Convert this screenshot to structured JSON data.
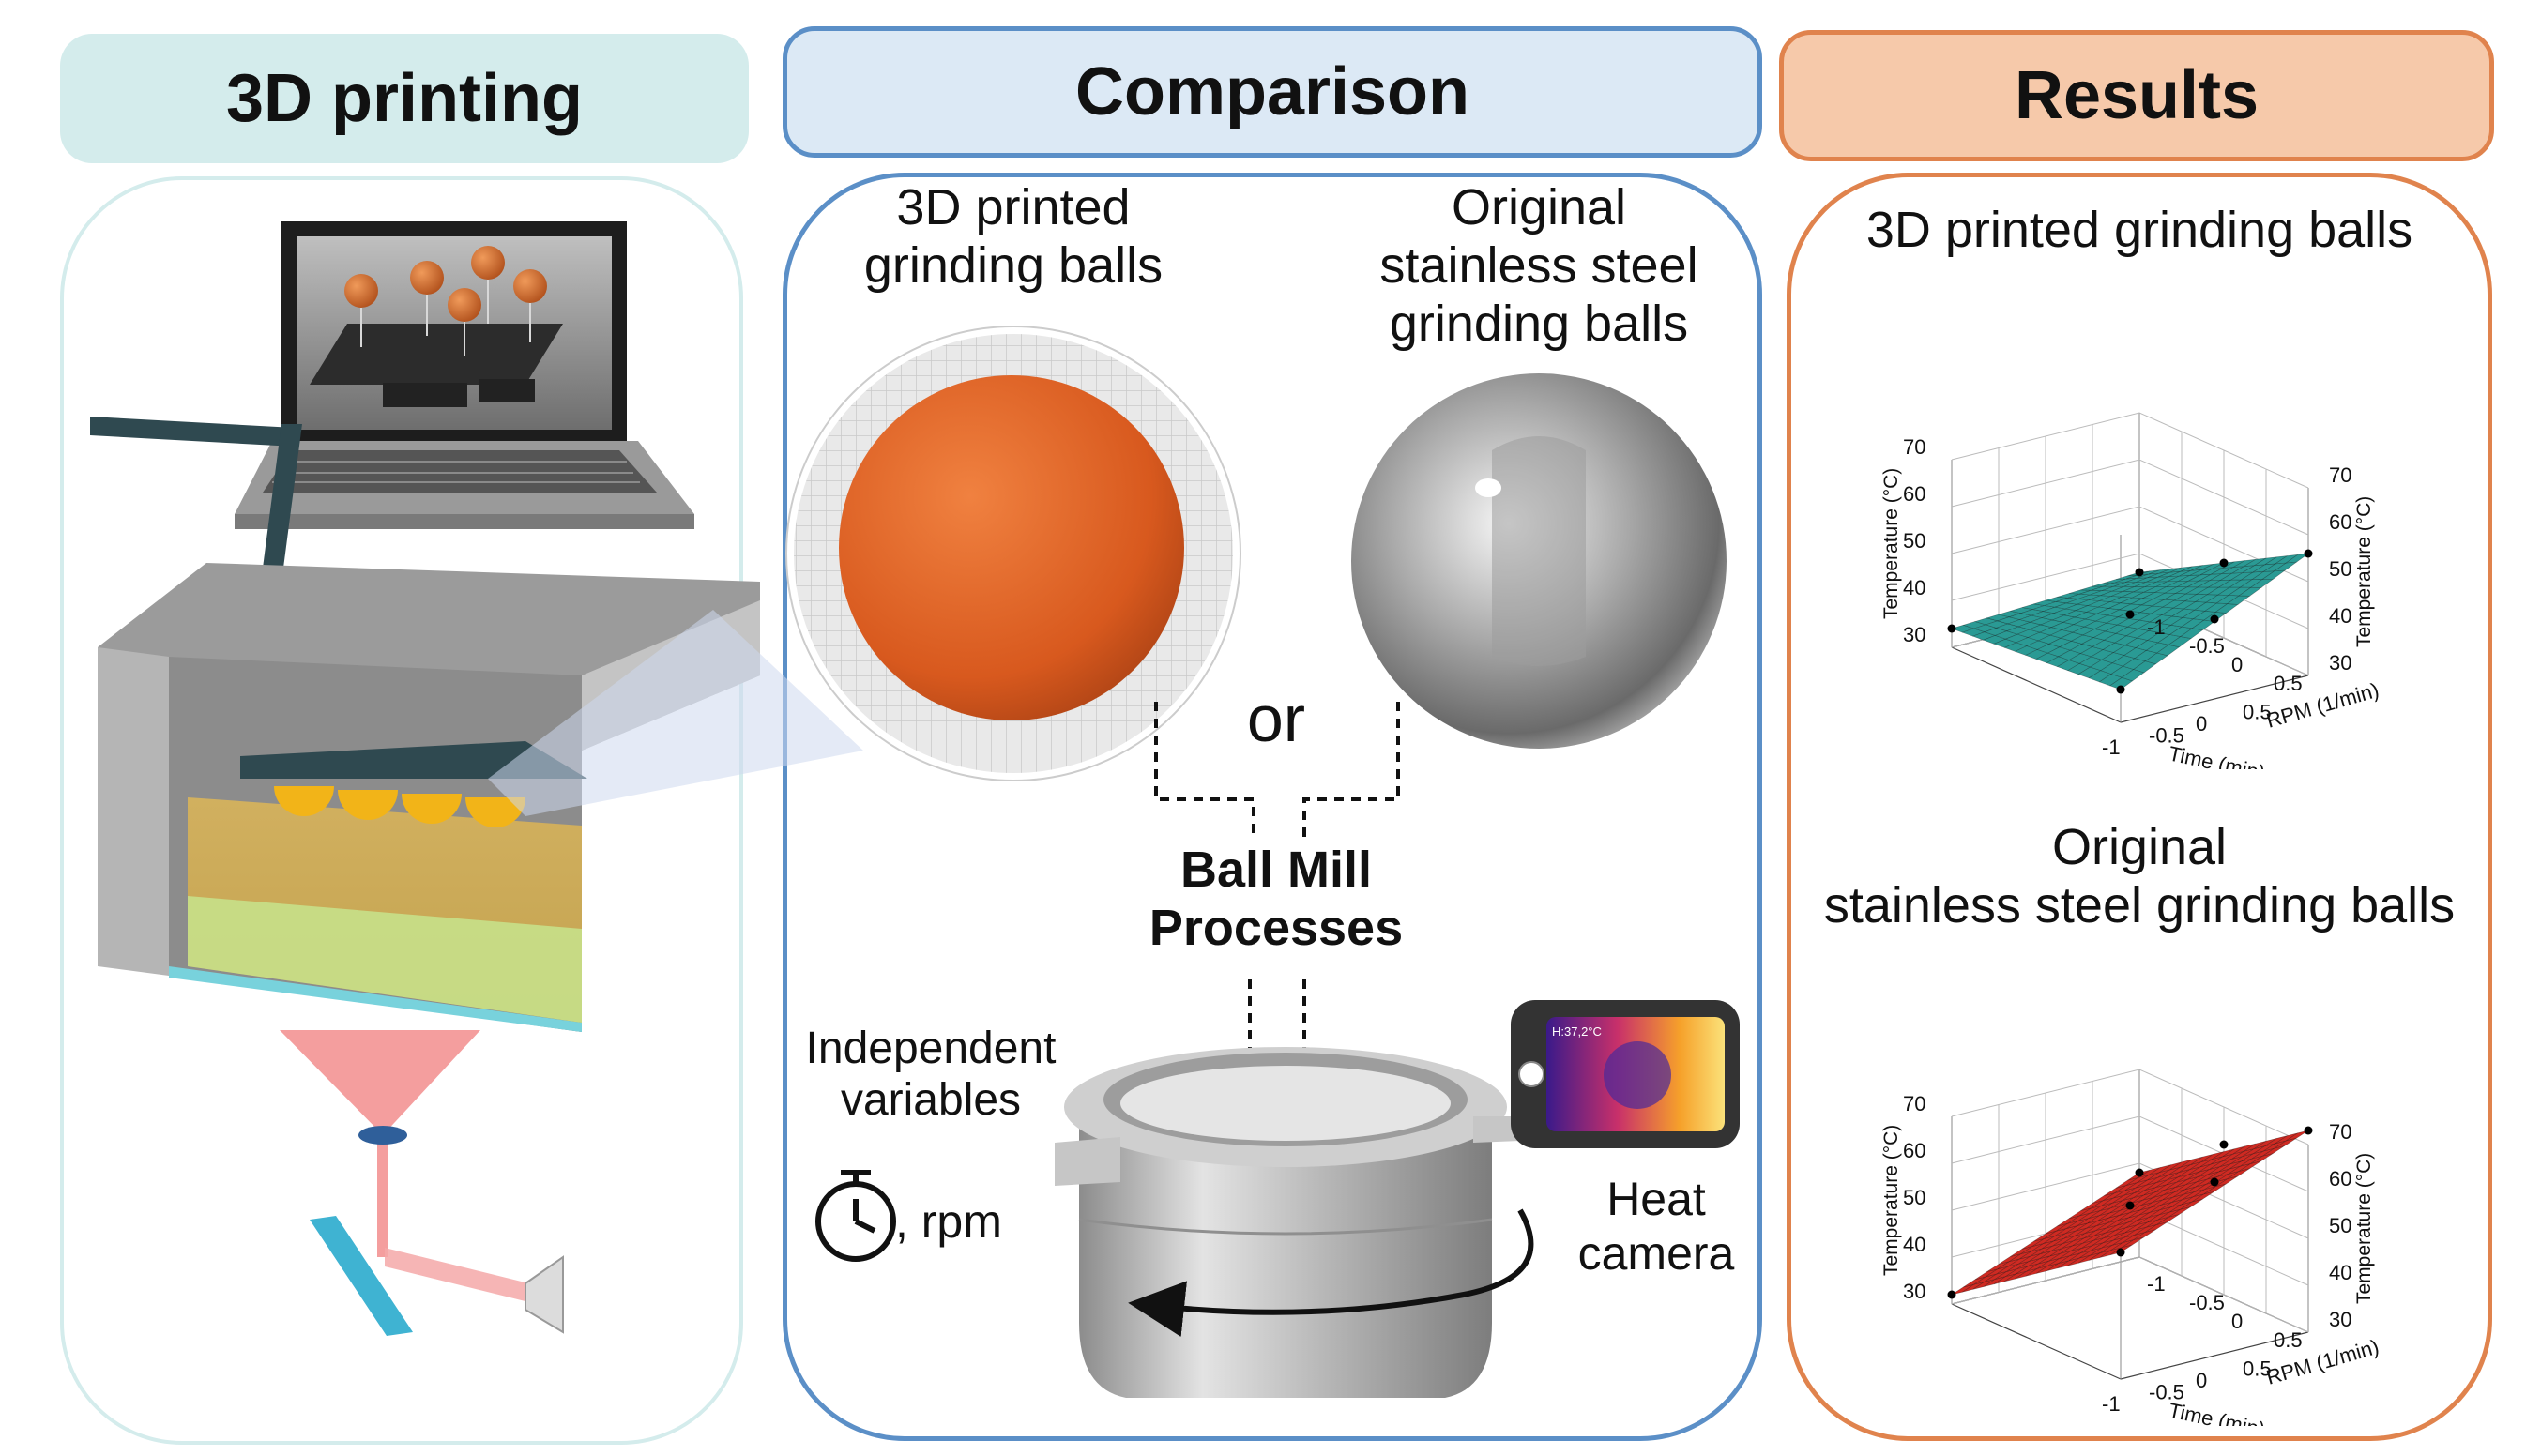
{
  "headers": {
    "printing": "3D printing",
    "comparison": "Comparison",
    "results": "Results"
  },
  "comparison": {
    "printed_balls_label": [
      "3D printed",
      "grinding balls"
    ],
    "steel_balls_label": [
      "Original",
      "stainless steel",
      "grinding balls"
    ],
    "or_label": "or",
    "process_label": [
      "Ball Mill",
      "Processes"
    ],
    "variables_label": [
      "Independent",
      "variables"
    ],
    "rpm_label": ", rpm",
    "camera_label": [
      "Heat",
      "camera"
    ],
    "camera_readout": "H:37,2°C"
  },
  "results": {
    "printed_title": "3D printed grinding balls",
    "steel_title": [
      "Original",
      "stainless steel grinding balls"
    ]
  },
  "colors": {
    "printing_header_bg": "#d4ecec",
    "comparison_header_bg": "#dce9f5",
    "comparison_border": "#5b8fc7",
    "results_header_bg": "#f6c9aa",
    "results_border": "#e0834d",
    "printed_surface": "#2a9a94",
    "steel_surface": "#cf2a22"
  },
  "chart_data": [
    {
      "type": "surface3d",
      "title": "3D printed grinding balls",
      "xlabel": "Time (min)",
      "ylabel": "RPM (1/min)",
      "zlabel": "Temperature (°C)",
      "x_ticks": [
        "-1",
        "-0.5",
        "0",
        "0.5"
      ],
      "y_ticks": [
        "-1",
        "-0.5",
        "0",
        "0.5"
      ],
      "z_ticks": [
        "30",
        "40",
        "50",
        "60",
        "70"
      ],
      "xlim": [
        -1,
        1
      ],
      "ylim": [
        -1,
        1
      ],
      "zlim": [
        30,
        70
      ],
      "corners": {
        "z_mm": 34,
        "z_pm": 36,
        "z_mp": 37,
        "z_pp": 56
      },
      "points": [
        {
          "x": -1,
          "y": -1,
          "z": 34
        },
        {
          "x": 1,
          "y": -1,
          "z": 36
        },
        {
          "x": -1,
          "y": 1,
          "z": 37
        },
        {
          "x": 1,
          "y": 1,
          "z": 56
        },
        {
          "x": 0,
          "y": 0,
          "z": 40
        },
        {
          "x": 1,
          "y": 0,
          "z": 46
        },
        {
          "x": 0,
          "y": 1,
          "z": 47
        }
      ]
    },
    {
      "type": "surface3d",
      "title": "Original stainless steel grinding balls",
      "xlabel": "Time (min)",
      "ylabel": "RPM (1/min)",
      "zlabel": "Temperature (°C)",
      "x_ticks": [
        "-1",
        "-0.5",
        "0",
        "0.5"
      ],
      "y_ticks": [
        "-1",
        "-0.5",
        "0",
        "0.5"
      ],
      "z_ticks": [
        "30",
        "40",
        "50",
        "60",
        "70"
      ],
      "xlim": [
        -1,
        1
      ],
      "ylim": [
        -1,
        1
      ],
      "zlim": [
        30,
        70
      ],
      "corners": {
        "z_mm": 32,
        "z_pm": 48,
        "z_mp": 57,
        "z_pp": 73
      },
      "points": [
        {
          "x": -1,
          "y": -1,
          "z": 32
        },
        {
          "x": 1,
          "y": -1,
          "z": 48
        },
        {
          "x": -1,
          "y": 1,
          "z": 57
        },
        {
          "x": 1,
          "y": 1,
          "z": 73
        },
        {
          "x": 0,
          "y": 0,
          "z": 54
        },
        {
          "x": 1,
          "y": 0,
          "z": 62
        },
        {
          "x": 0,
          "y": 1,
          "z": 67
        }
      ]
    }
  ]
}
